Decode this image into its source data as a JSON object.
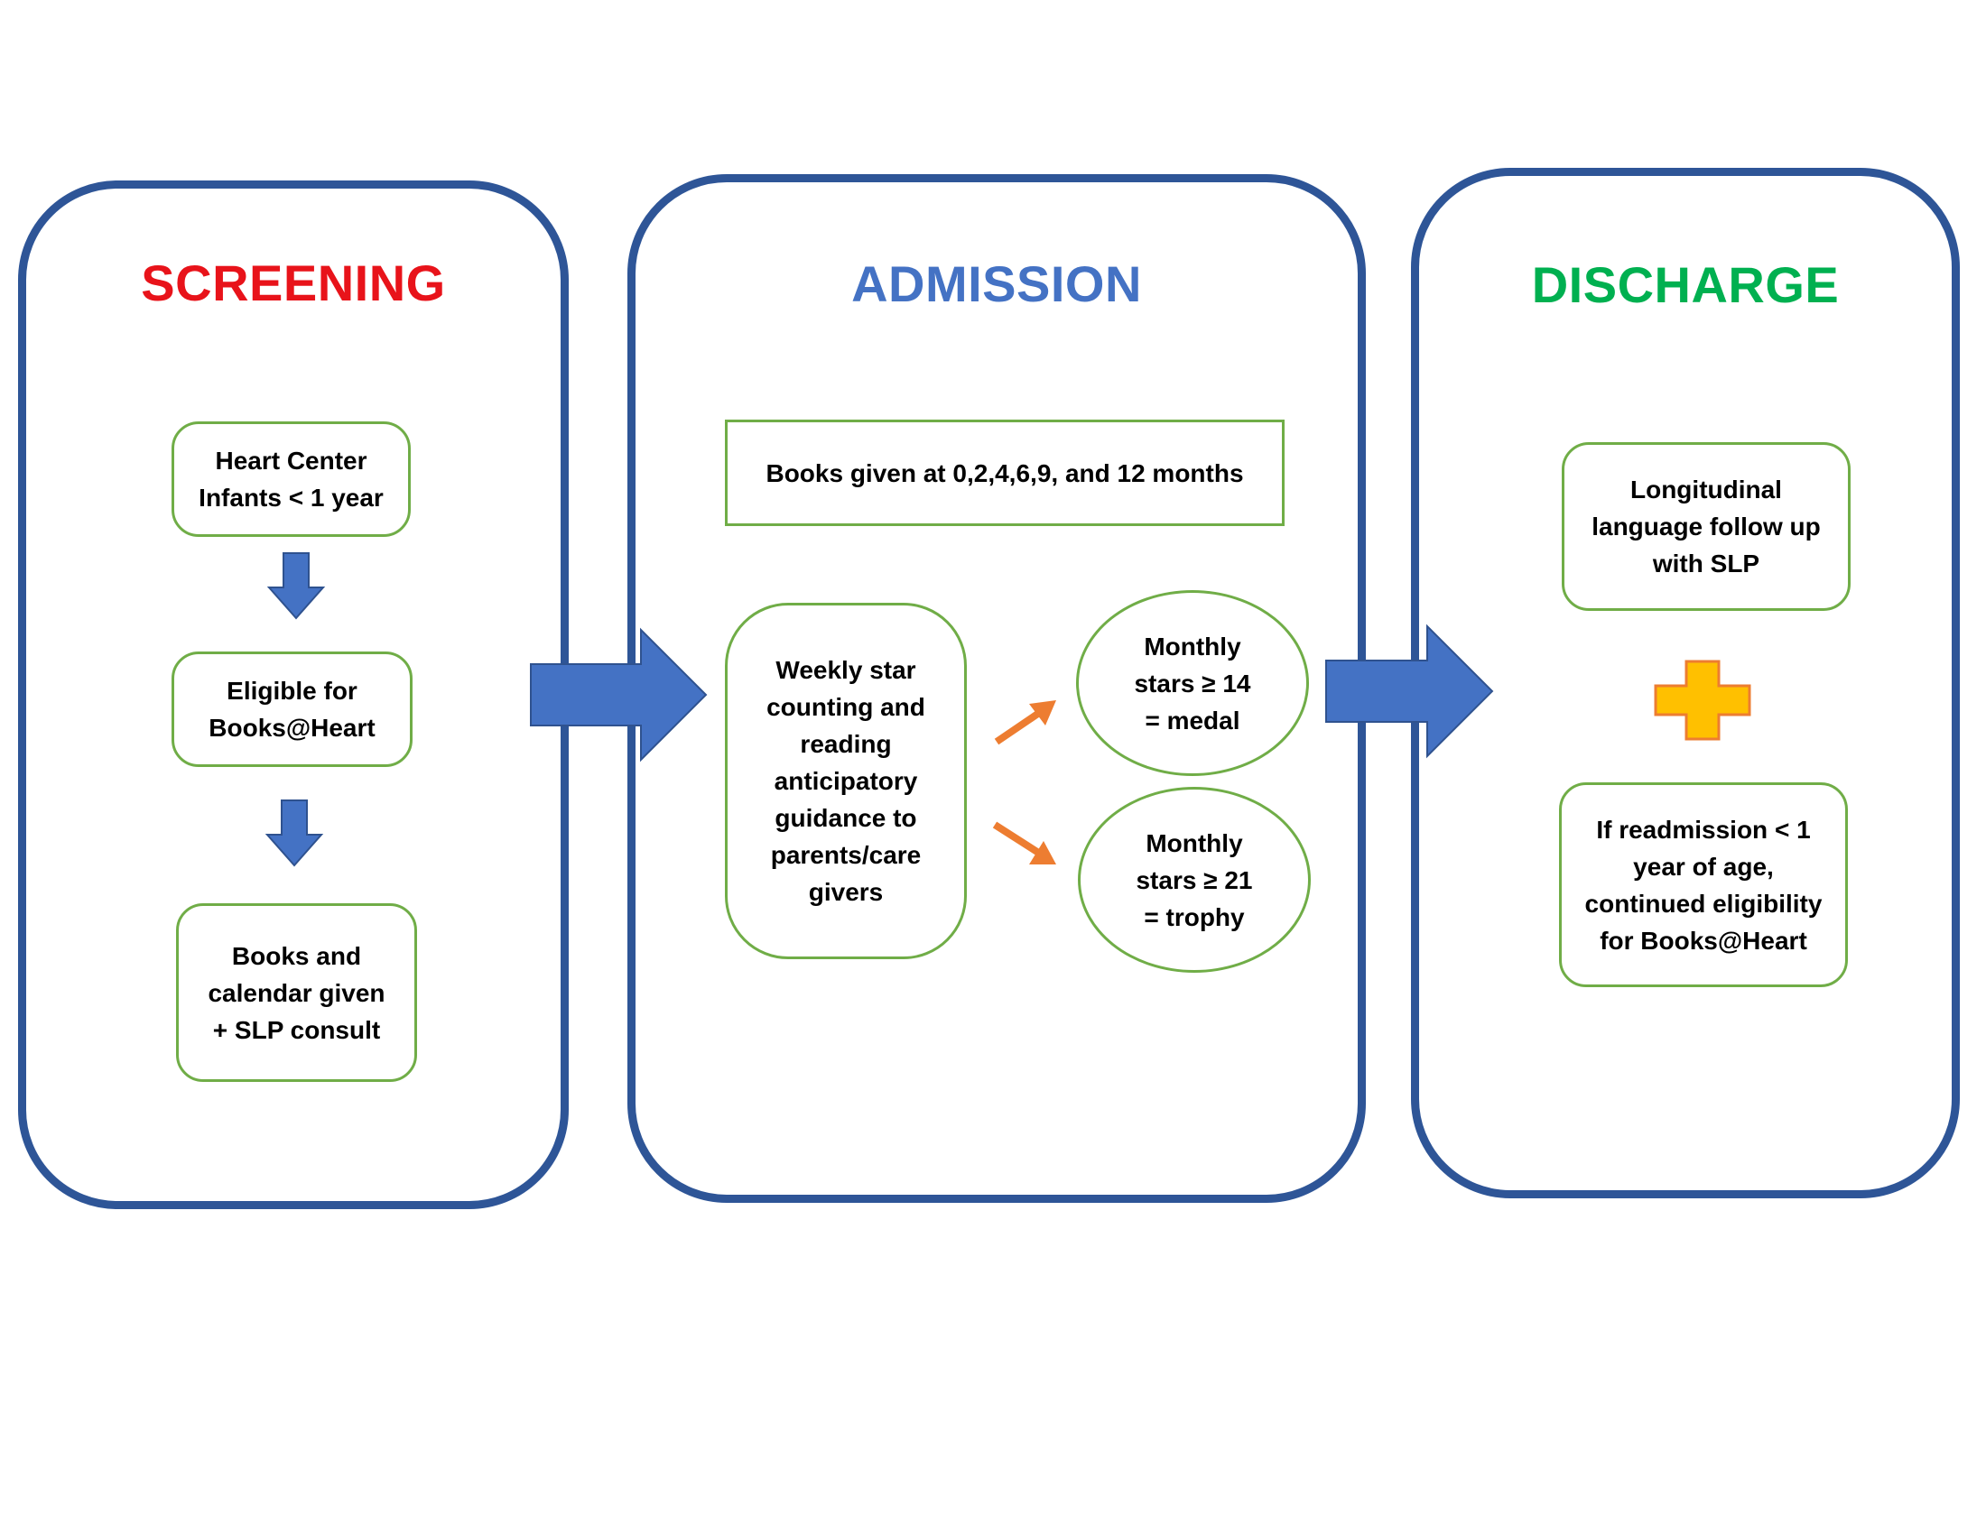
{
  "panels": {
    "screening": {
      "title": "SCREENING",
      "color": "#E8131A"
    },
    "admission": {
      "title": "ADMISSION",
      "color": "#4472C4"
    },
    "discharge": {
      "title": "DISCHARGE",
      "color": "#00B050"
    }
  },
  "screening": {
    "step1": "Heart Center\nInfants < 1 year",
    "step2": "Eligible for\nBooks@Heart",
    "step3": "Books and\ncalendar given\n+ SLP consult"
  },
  "admission": {
    "schedule": "Books given at 0,2,4,6,9, and 12 months",
    "guidance": "Weekly star\ncounting and\nreading\nanticipatory\nguidance to\nparents/care\ngivers",
    "medal": "Monthly\nstars ≥ 14\n= medal",
    "trophy": "Monthly\nstars ≥ 21\n= trophy"
  },
  "discharge": {
    "followup": "Longitudinal\nlanguage follow up\nwith SLP",
    "readmission": "If readmission < 1\nyear of age,\ncontinued eligibility\nfor Books@Heart"
  },
  "colors": {
    "panel_border": "#2E5597",
    "box_border": "#70AD47",
    "arrow_fill": "#4472C4",
    "small_arrow": "#ED7D31",
    "plus_fill": "#FFC000"
  }
}
